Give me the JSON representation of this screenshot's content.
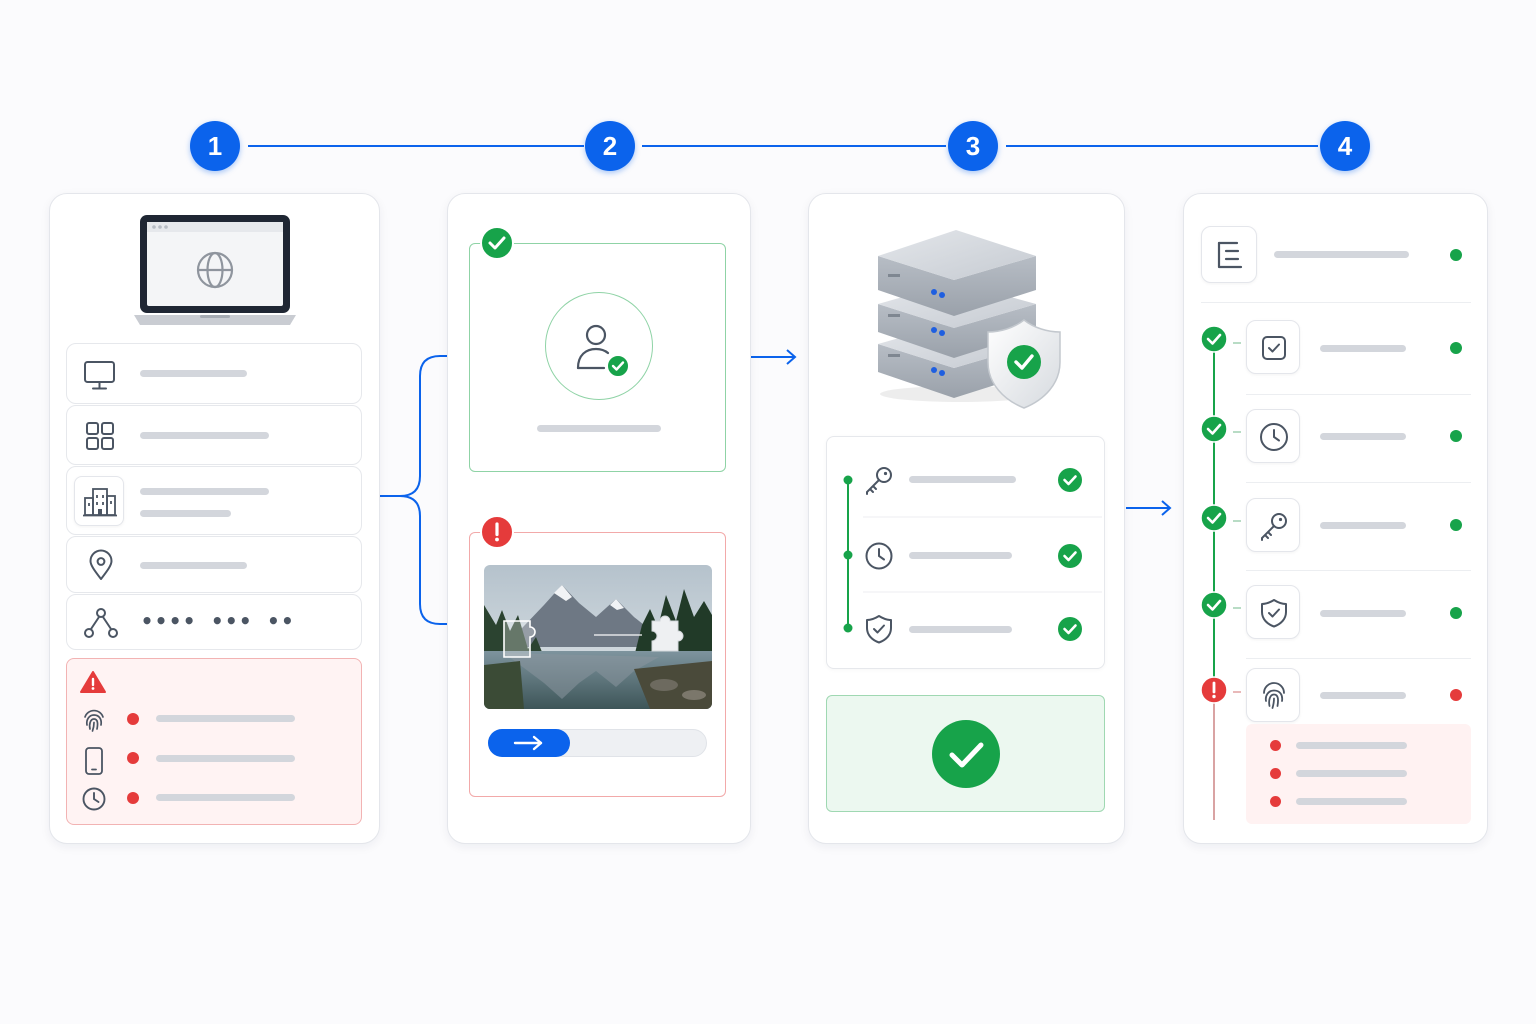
{
  "steps": [
    "1",
    "2",
    "3",
    "4"
  ],
  "colors": {
    "accent": "#0b63ec",
    "success": "#17a34a",
    "danger": "#e53b3b",
    "placeholder": "#d3d6dc",
    "icon": "#4b5563"
  },
  "panel1": {
    "device_icon": "laptop-globe-icon",
    "rows": [
      {
        "icon": "monitor-icon"
      },
      {
        "icon": "grid-icon"
      },
      {
        "icon": "building-icon"
      },
      {
        "icon": "location-pin-icon"
      },
      {
        "icon": "network-icon",
        "masked_text": "•••• ••• ••"
      }
    ],
    "alert": {
      "icon": "warning-icon",
      "items": [
        {
          "icon": "fingerprint-icon",
          "status": "danger"
        },
        {
          "icon": "phone-icon",
          "status": "danger"
        },
        {
          "icon": "clock-icon",
          "status": "danger"
        }
      ]
    }
  },
  "panel2": {
    "identity_card": {
      "status": "success",
      "icon": "user-check-icon"
    },
    "captcha_card": {
      "status": "danger",
      "image": "mountain-lake-puzzle",
      "slider_icon": "arrow-right-icon",
      "progress": 0.37
    }
  },
  "panel3": {
    "hero_icon": "server-shield-icon",
    "checks": [
      {
        "icon": "key-icon",
        "status": "success"
      },
      {
        "icon": "clock-icon",
        "status": "success"
      },
      {
        "icon": "shield-icon",
        "status": "success"
      }
    ],
    "result": {
      "icon": "check-circle-icon",
      "status": "success"
    }
  },
  "panel4": {
    "header": {
      "icon": "document-icon",
      "status": "success"
    },
    "timeline": [
      {
        "icon": "checkbox-icon",
        "status": "success"
      },
      {
        "icon": "clock-icon",
        "status": "success"
      },
      {
        "icon": "key-icon",
        "status": "success"
      },
      {
        "icon": "shield-icon",
        "status": "success"
      },
      {
        "icon": "fingerprint-icon",
        "status": "danger"
      }
    ],
    "error_details": 3
  }
}
